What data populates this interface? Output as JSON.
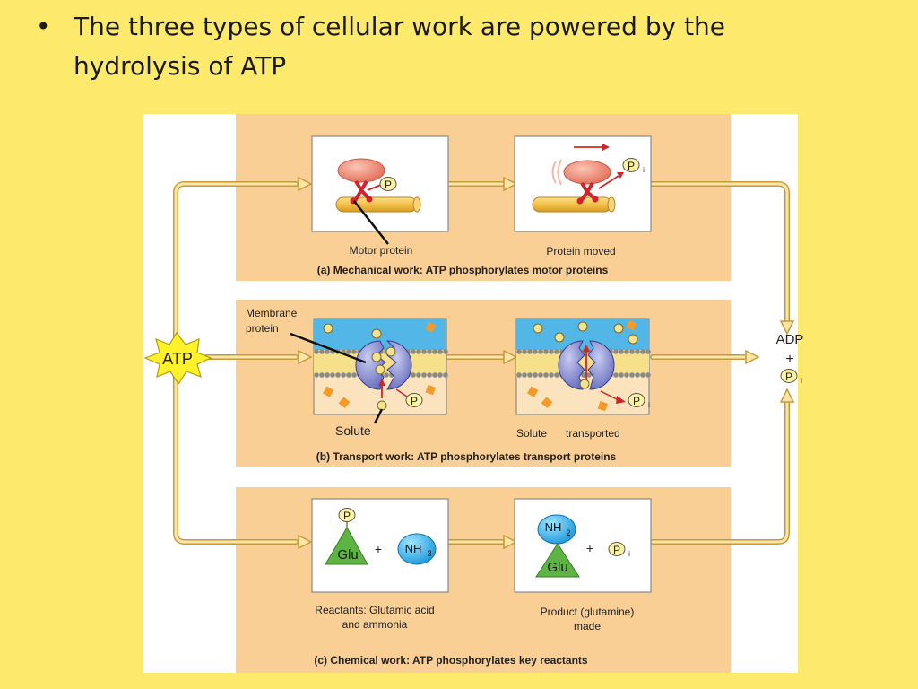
{
  "slide": {
    "bullet": "•",
    "title": "The three types of cellular work are powered by the hydrolysis of ATP"
  },
  "figure": {
    "atp": "ATP",
    "adp": "ADP",
    "plus": "+",
    "p": "P",
    "i": "i",
    "mechanical": {
      "label_left": "Motor protein",
      "label_right": "Protein moved",
      "caption": "(a) Mechanical work: ATP phosphorylates motor proteins"
    },
    "transport": {
      "membrane_label_1": "Membrane",
      "membrane_label_2": "protein",
      "solute": "Solute",
      "solute_transported_1": "Solute",
      "solute_transported_2": "transported",
      "caption": "(b) Transport work: ATP phosphorylates transport proteins"
    },
    "chemical": {
      "glu": "Glu",
      "nh": "NH",
      "sub3": "3",
      "sub2": "2",
      "reactants_1": "Reactants: Glutamic acid",
      "reactants_2": "and ammonia",
      "product_1": "Product (glutamine)",
      "product_2": "made",
      "caption": "(c) Chemical work: ATP phosphorylates key reactants"
    }
  }
}
